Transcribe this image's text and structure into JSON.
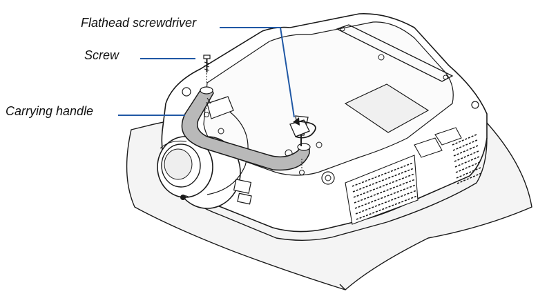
{
  "labels": {
    "flathead_screwdriver": "Flathead screwdriver",
    "screw": "Screw",
    "carrying_handle": "Carrying handle"
  },
  "colors": {
    "leader_line": "#1f57a4",
    "outline": "#1a1a1a",
    "handle_fill": "#b9b9b9",
    "sheet_fill": "#f4f4f4",
    "body_fill": "#ffffff"
  },
  "icons": [
    "rotate-arrow-icon"
  ]
}
